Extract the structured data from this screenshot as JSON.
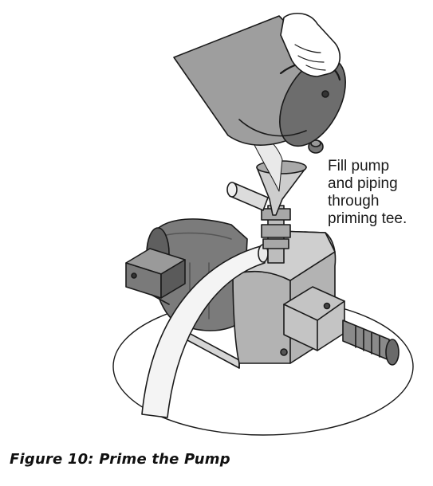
{
  "callout": {
    "lines": [
      "Fill pump",
      "and piping",
      "through",
      "priming tee."
    ]
  },
  "caption": "Figure 10: Prime the Pump"
}
